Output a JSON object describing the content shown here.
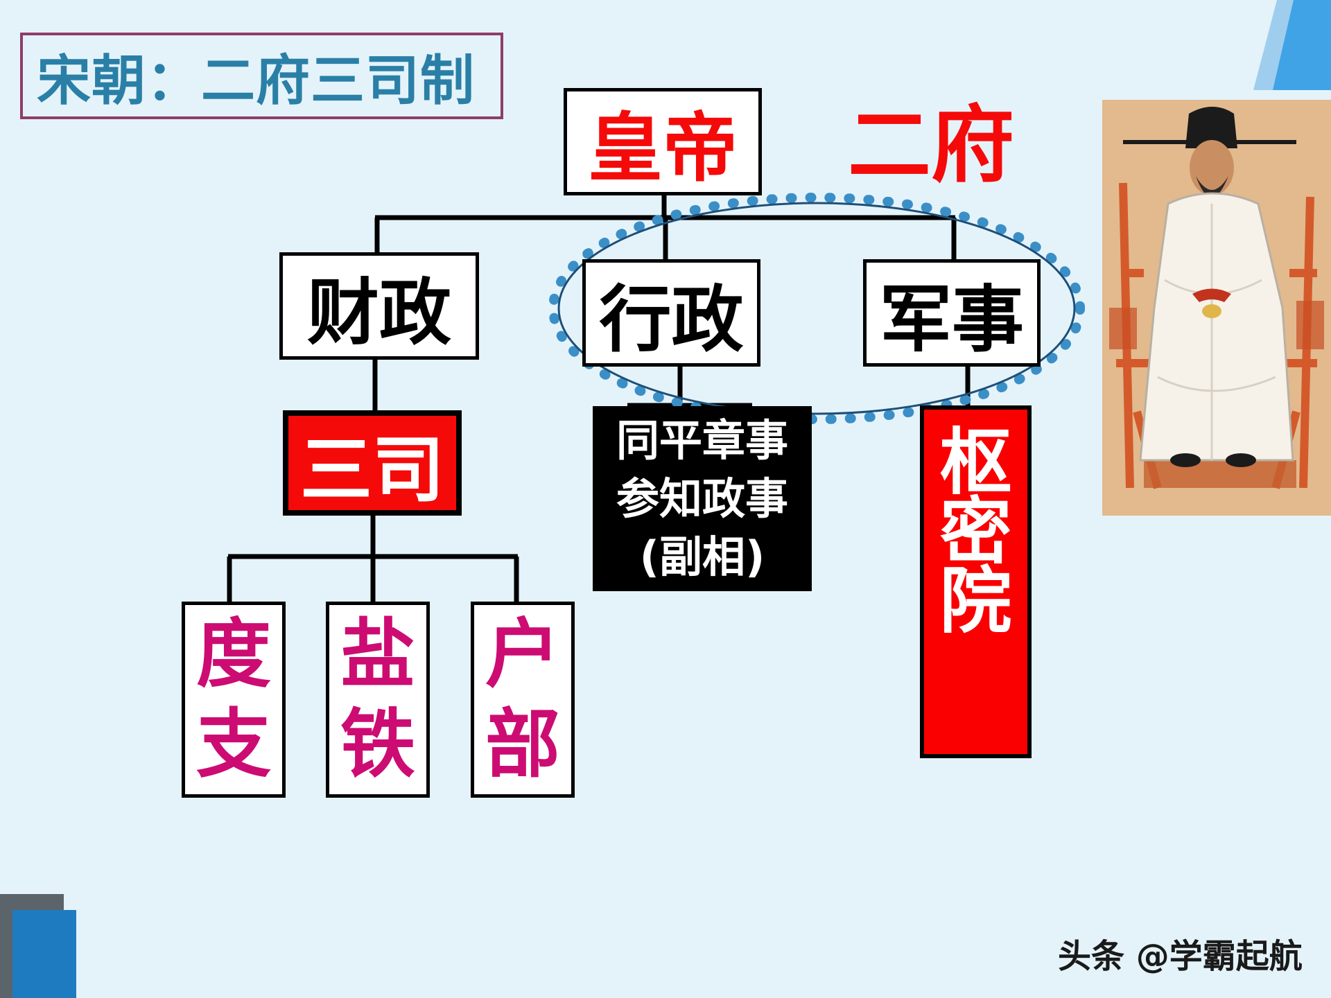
{
  "title": "宋朝：二府三司制",
  "emperor": "皇帝",
  "two_fu_label": "二府",
  "departments": {
    "finance": "财政",
    "administration": "行政",
    "military": "军事"
  },
  "three_si": "三司",
  "three_si_parts": [
    [
      "度",
      "支"
    ],
    [
      "盐",
      "铁"
    ],
    [
      "户",
      "部"
    ]
  ],
  "chancellor_lines": [
    "同平章事",
    "参知政事",
    "(副相)"
  ],
  "privy_council": [
    "枢",
    "密",
    "院"
  ],
  "watermark": "头条 @学霸起航",
  "colors": {
    "background": "#e4f3fa",
    "title_text": "#2a7fa6",
    "title_border": "#8e3d6a",
    "accent_red": "#f50a0a",
    "magenta_text": "#cc0c72",
    "ellipse_stroke": "#3b8fc7",
    "corner_blue": "#1f7bbf"
  }
}
